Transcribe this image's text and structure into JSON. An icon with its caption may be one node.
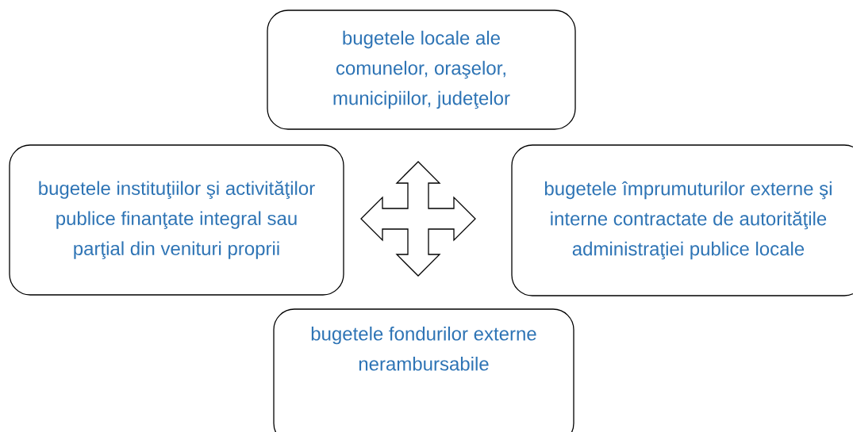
{
  "diagram": {
    "nodes": [
      {
        "text": [
          "bugetele locale ale comunelor, oraşelor, municipiilor, judeţelor"
        ]
      },
      {
        "text": [
          "bugetele instituţiilor şi activităţilor publice finanţate integral sau parţial din venituri proprii"
        ]
      },
      {
        "text": [
          "bugetele împrumuturilor externe şi interne contractate de autorităţile administraţiei publice locale"
        ]
      },
      {
        "text": [
          "bugetele fondurilor externe nerambursabile"
        ]
      }
    ]
  }
}
